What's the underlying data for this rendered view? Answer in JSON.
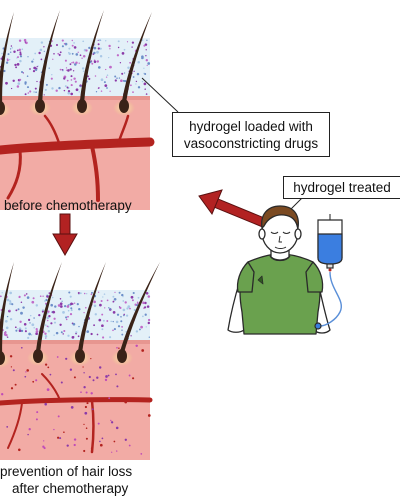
{
  "labels": {
    "hydrogel_loaded": "hydrogel loaded with vasoconstricting drugs",
    "hydrogel_loaded_line1": "hydrogel loaded with",
    "hydrogel_loaded_line2": "vasoconstricting drugs",
    "hydrogel_treated": "hydrogel treated",
    "before_chemo": "before chemotherapy",
    "prevention_line1": "prevention of hair loss",
    "prevention_line2": "after chemotherapy"
  },
  "colors": {
    "skin": "#f1a9a3",
    "skin_dark": "#e8958f",
    "hydrogel": "#dcecf7",
    "blood_vessel": "#b3231f",
    "hair": "#3a2318",
    "follicle_glow": "#f7e3a6",
    "drug_dots": "#8b3aa8",
    "arrow": "#b22222",
    "shirt": "#6aa14e",
    "iv_bag": "#3b7ee0"
  }
}
